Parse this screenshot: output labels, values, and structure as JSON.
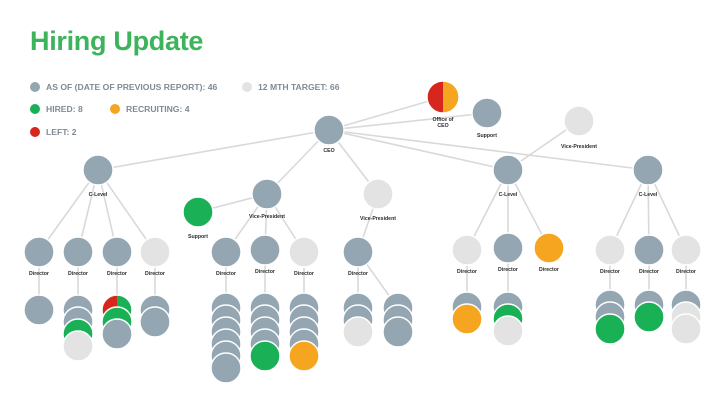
{
  "title": "Hiring Update",
  "colors": {
    "previous": "#94a6b2",
    "target": "#e3e3e3",
    "hired": "#1ab156",
    "recruiting": "#f5a51f",
    "left": "#d7261e",
    "line": "#d9d9d9"
  },
  "legend": {
    "as_of": "AS OF (DATE OF PREVIOUS REPORT): 46",
    "target": "12 MTH TARGET: 66",
    "hired": "HIRED: 8",
    "recruiting": "RECRUITING: 4",
    "left": "LEFT: 2"
  },
  "nodes": [
    {
      "id": "ceo",
      "label": "CEO",
      "status": "previous"
    },
    {
      "id": "office",
      "label": "Office of CEO",
      "status": "split"
    },
    {
      "id": "support-top",
      "label": "Support",
      "status": "previous"
    },
    {
      "id": "vp-top",
      "label": "Vice-President",
      "status": "target"
    },
    {
      "id": "clevel-1",
      "label": "C-Level",
      "status": "previous"
    },
    {
      "id": "support-left",
      "label": "Support",
      "status": "hired"
    },
    {
      "id": "vp-a",
      "label": "Vice-President",
      "status": "previous"
    },
    {
      "id": "vp-b",
      "label": "Vice-President",
      "status": "target"
    },
    {
      "id": "clevel-2",
      "label": "C-Level",
      "status": "previous"
    },
    {
      "id": "clevel-3",
      "label": "C-Level",
      "status": "previous"
    },
    {
      "id": "dir-1",
      "label": "Director",
      "status": "previous"
    },
    {
      "id": "dir-2",
      "label": "Director",
      "status": "previous"
    },
    {
      "id": "dir-3",
      "label": "Director",
      "status": "previous"
    },
    {
      "id": "dir-4",
      "label": "Director",
      "status": "target"
    },
    {
      "id": "dir-5",
      "label": "Director",
      "status": "previous"
    },
    {
      "id": "dir-6",
      "label": "Director",
      "status": "previous"
    },
    {
      "id": "dir-7",
      "label": "Director",
      "status": "target"
    },
    {
      "id": "dir-8",
      "label": "Director",
      "status": "previous"
    },
    {
      "id": "dir-9",
      "label": "Director",
      "status": "target"
    },
    {
      "id": "dir-10",
      "label": "Director",
      "status": "previous"
    },
    {
      "id": "dir-11",
      "label": "Director",
      "status": "recruiting"
    },
    {
      "id": "dir-12",
      "label": "Director",
      "status": "target"
    },
    {
      "id": "dir-13",
      "label": "Director",
      "status": "previous"
    },
    {
      "id": "dir-14",
      "label": "Director",
      "status": "target"
    }
  ],
  "stacks": [
    {
      "id": "stack-1",
      "members": [
        "previous"
      ]
    },
    {
      "id": "stack-2",
      "members": [
        "previous",
        "previous",
        "hired",
        "target"
      ]
    },
    {
      "id": "stack-3",
      "members": [
        "left-split",
        "hired",
        "previous"
      ]
    },
    {
      "id": "stack-4",
      "members": [
        "previous",
        "previous"
      ]
    },
    {
      "id": "stack-5",
      "members": [
        "previous",
        "previous",
        "previous",
        "previous",
        "previous",
        "previous"
      ]
    },
    {
      "id": "stack-6",
      "members": [
        "previous",
        "previous",
        "previous",
        "previous",
        "hired"
      ]
    },
    {
      "id": "stack-7",
      "members": [
        "previous",
        "previous",
        "previous",
        "previous",
        "recruiting"
      ]
    },
    {
      "id": "stack-8",
      "members": [
        "previous",
        "previous",
        "target"
      ]
    },
    {
      "id": "stack-9",
      "members": [
        "previous",
        "previous",
        "previous"
      ]
    },
    {
      "id": "stack-10",
      "members": [
        "previous",
        "recruiting"
      ]
    },
    {
      "id": "stack-11",
      "members": [
        "previous",
        "hired",
        "target"
      ]
    },
    {
      "id": "stack-12",
      "members": [
        "previous",
        "previous",
        "hired"
      ]
    },
    {
      "id": "stack-13",
      "members": [
        "previous",
        "hired"
      ]
    },
    {
      "id": "stack-14",
      "members": [
        "previous",
        "target",
        "target"
      ]
    }
  ]
}
